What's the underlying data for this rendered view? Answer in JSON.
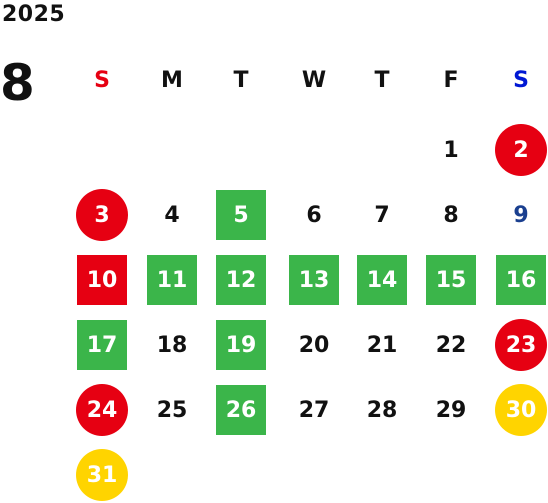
{
  "header": {
    "year": "2025",
    "month": "8"
  },
  "colors": {
    "sunday": "#e60012",
    "saturday": "#0018d4",
    "green": "#3bb54a",
    "red": "#e60012",
    "yellow": "#ffd400",
    "blue_text": "#1a3f8f",
    "default_text": "#111111",
    "white": "#ffffff"
  },
  "weekdays": [
    {
      "label": "S",
      "color": "#e60012"
    },
    {
      "label": "M",
      "color": "#111111"
    },
    {
      "label": "T",
      "color": "#111111"
    },
    {
      "label": "W",
      "color": "#111111"
    },
    {
      "label": "T",
      "color": "#111111"
    },
    {
      "label": "F",
      "color": "#111111"
    },
    {
      "label": "S",
      "color": "#0018d4"
    }
  ],
  "days": [
    {
      "label": "1",
      "style": "plain"
    },
    {
      "label": "2",
      "style": "red-circle"
    },
    {
      "label": "3",
      "style": "red-circle"
    },
    {
      "label": "4",
      "style": "plain"
    },
    {
      "label": "5",
      "style": "green-square"
    },
    {
      "label": "6",
      "style": "plain"
    },
    {
      "label": "7",
      "style": "plain"
    },
    {
      "label": "8",
      "style": "plain"
    },
    {
      "label": "9",
      "style": "blue-text"
    },
    {
      "label": "10",
      "style": "red-square"
    },
    {
      "label": "11",
      "style": "green-square"
    },
    {
      "label": "12",
      "style": "green-square"
    },
    {
      "label": "13",
      "style": "green-square"
    },
    {
      "label": "14",
      "style": "green-square"
    },
    {
      "label": "15",
      "style": "green-square"
    },
    {
      "label": "16",
      "style": "green-square"
    },
    {
      "label": "17",
      "style": "green-square"
    },
    {
      "label": "18",
      "style": "plain"
    },
    {
      "label": "19",
      "style": "green-square"
    },
    {
      "label": "20",
      "style": "plain"
    },
    {
      "label": "21",
      "style": "plain"
    },
    {
      "label": "22",
      "style": "plain"
    },
    {
      "label": "23",
      "style": "red-circle"
    },
    {
      "label": "24",
      "style": "red-circle"
    },
    {
      "label": "25",
      "style": "plain"
    },
    {
      "label": "26",
      "style": "green-square"
    },
    {
      "label": "27",
      "style": "plain"
    },
    {
      "label": "28",
      "style": "plain"
    },
    {
      "label": "29",
      "style": "plain"
    },
    {
      "label": "30",
      "style": "yellow-circle"
    },
    {
      "label": "31",
      "style": "yellow-circle"
    }
  ]
}
